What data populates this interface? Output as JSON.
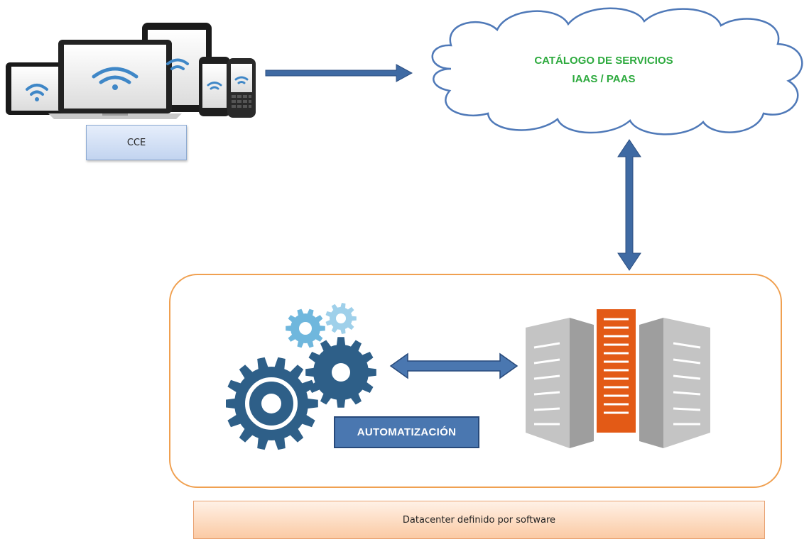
{
  "devices": {
    "label": "CCE"
  },
  "cloud": {
    "line1": "CATÁLOGO DE SERVICIOS",
    "line2": "IAAS / PAAS"
  },
  "automation": {
    "label": "AUTOMATIZACIÓN"
  },
  "datacenter": {
    "label": "Datacenter definido por software"
  },
  "colors": {
    "arrow": "#3f6aa3",
    "cloud_text": "#2daa3e",
    "frame": "#f0a050",
    "gear_dark": "#2e5f88",
    "gear_light": "#6fb7dd",
    "server_gray": "#b5b5b5",
    "server_orange": "#e35a16"
  },
  "icons": {
    "devices": "laptop-tablet-phones-icon",
    "gears": "gears-icon",
    "servers": "server-racks-icon"
  }
}
